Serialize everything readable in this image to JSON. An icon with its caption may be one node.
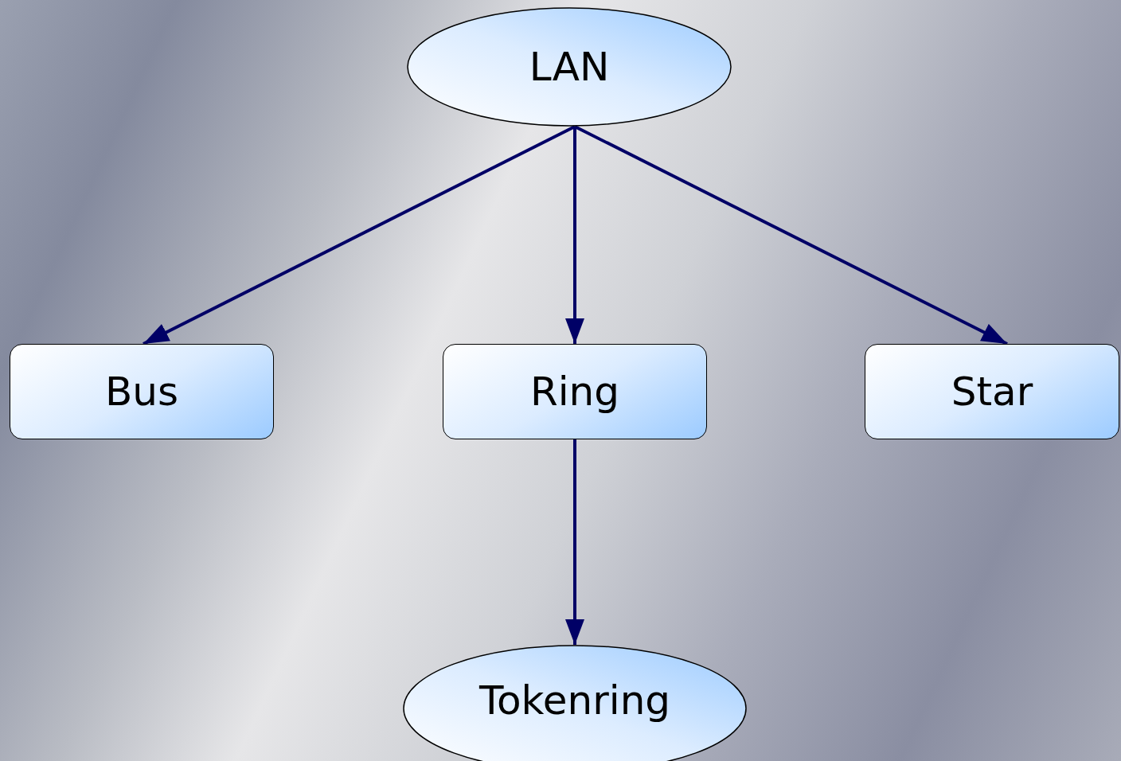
{
  "diagram": {
    "nodes": [
      {
        "text": [
          "LAN"
        ]
      },
      {
        "text": [
          "Bus"
        ]
      },
      {
        "text": [
          "Ring"
        ]
      },
      {
        "text": [
          "Star"
        ]
      },
      {
        "text": [
          "Tokenring"
        ]
      }
    ],
    "edges": [
      {
        "from": 0,
        "to": 1,
        "arrow": "to"
      },
      {
        "from": 0,
        "to": 2,
        "arrow": "to"
      },
      {
        "from": 0,
        "to": 3,
        "arrow": "to"
      },
      {
        "from": 2,
        "to": 4,
        "arrow": "to"
      }
    ]
  }
}
